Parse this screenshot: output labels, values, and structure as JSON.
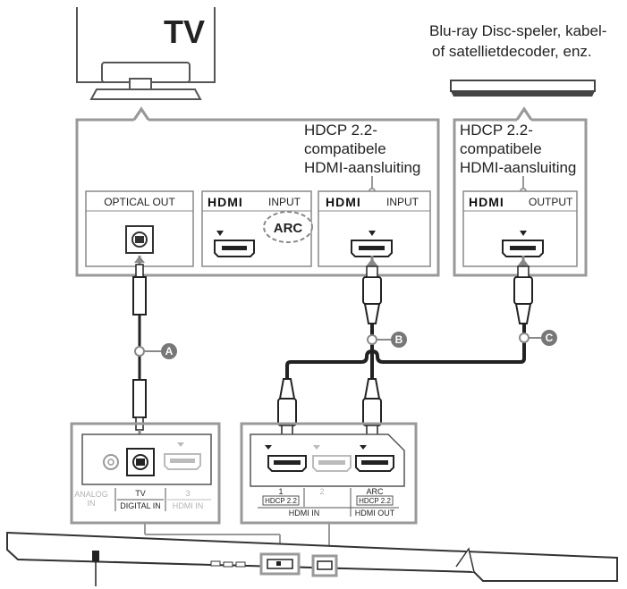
{
  "tv": {
    "label": "TV"
  },
  "source_device": {
    "description_line1": "Blu-ray Disc-speler, kabel-",
    "description_line2": "of satellietdecoder, enz."
  },
  "tv_panel": {
    "hdcp_note_line1": "HDCP 2.2-",
    "hdcp_note_line2": "compatibele",
    "hdcp_note_line3": "HDMI-aansluiting",
    "ports": {
      "optical_out": "OPTICAL OUT",
      "hdmi_input_arc_logo": "HDMI",
      "hdmi_input_arc_text": "INPUT",
      "arc_badge": "ARC",
      "hdmi_input_logo": "HDMI",
      "hdmi_input_text": "INPUT"
    }
  },
  "source_panel": {
    "hdcp_note_line1": "HDCP 2.2-",
    "hdcp_note_line2": "compatibele",
    "hdcp_note_line3": "HDMI-aansluiting",
    "port_logo": "HDMI",
    "port_text": "OUTPUT"
  },
  "cables": {
    "a": "A",
    "b": "B",
    "c": "C"
  },
  "soundbar_left_panel": {
    "analog_in_line1": "ANALOG",
    "analog_in_line2": "IN",
    "tv_label": "TV",
    "digital_in": "DIGITAL IN",
    "hdmi_in_num": "3",
    "hdmi_in": "HDMI IN"
  },
  "soundbar_right_panel": {
    "port1_num": "1",
    "port1_hdcp": "HDCP 2.2",
    "port2_num": "2",
    "arc_label": "ARC",
    "arc_hdcp": "HDCP 2.2",
    "hdmi_in_group": "HDMI IN",
    "hdmi_out": "HDMI OUT"
  }
}
